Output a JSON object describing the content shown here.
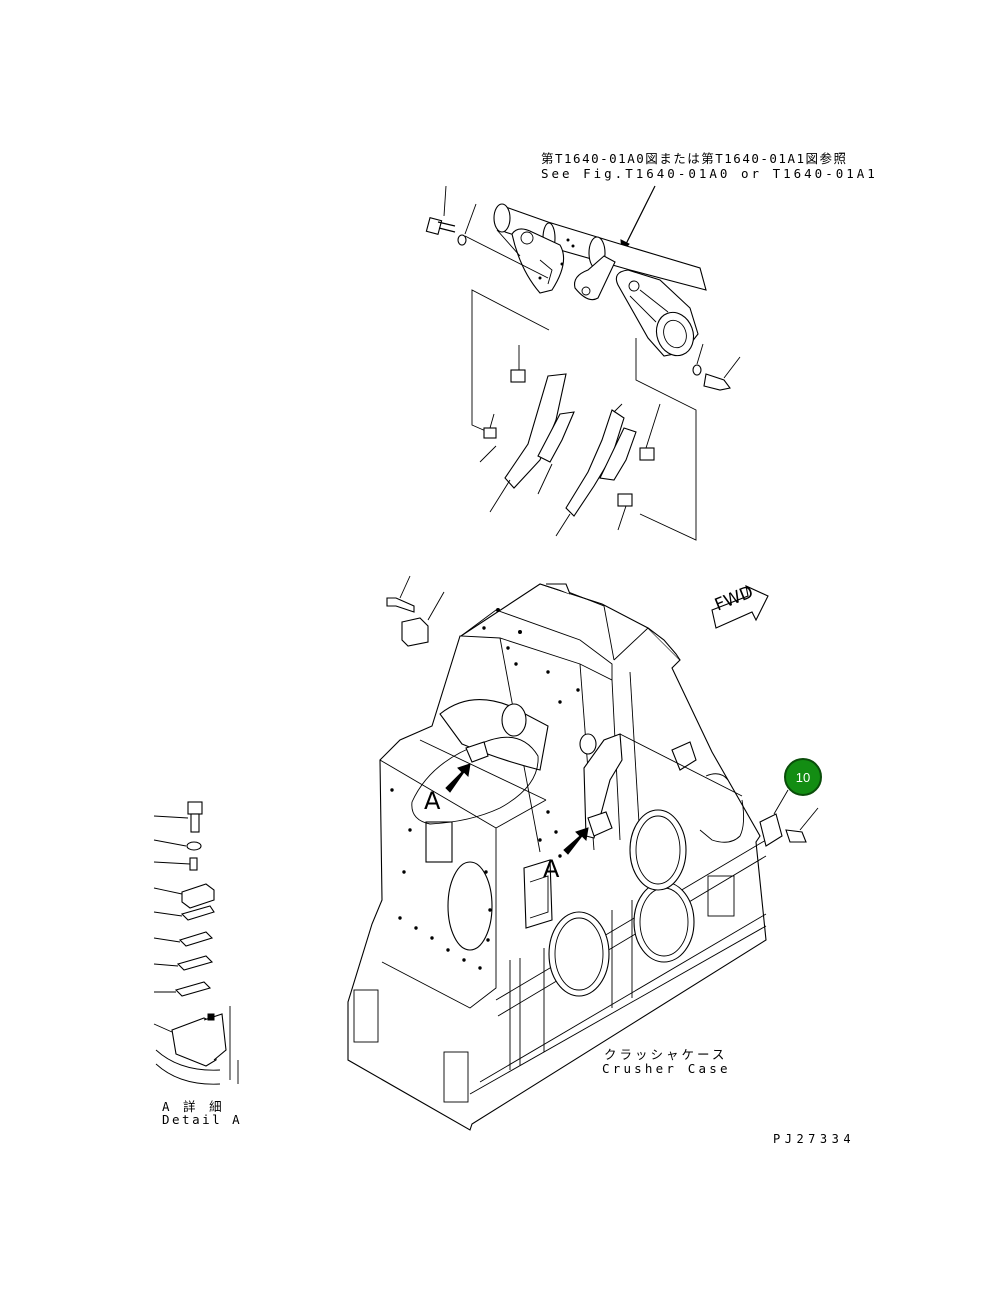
{
  "reference": {
    "jp": "第T1640-01A0図または第T1640-01A1図参照",
    "en": "See Fig.T1640-01A0 or T1640-01A1"
  },
  "main_part": {
    "jp": "クラッシャケース",
    "en": "Crusher Case"
  },
  "detail": {
    "jp": "A 詳 細",
    "en": "Detail A"
  },
  "view_markers": [
    "A",
    "A"
  ],
  "direction_sign": "FWD",
  "callout": {
    "number": "10",
    "color": "#138d13"
  },
  "drawing_number": "PJ27334"
}
